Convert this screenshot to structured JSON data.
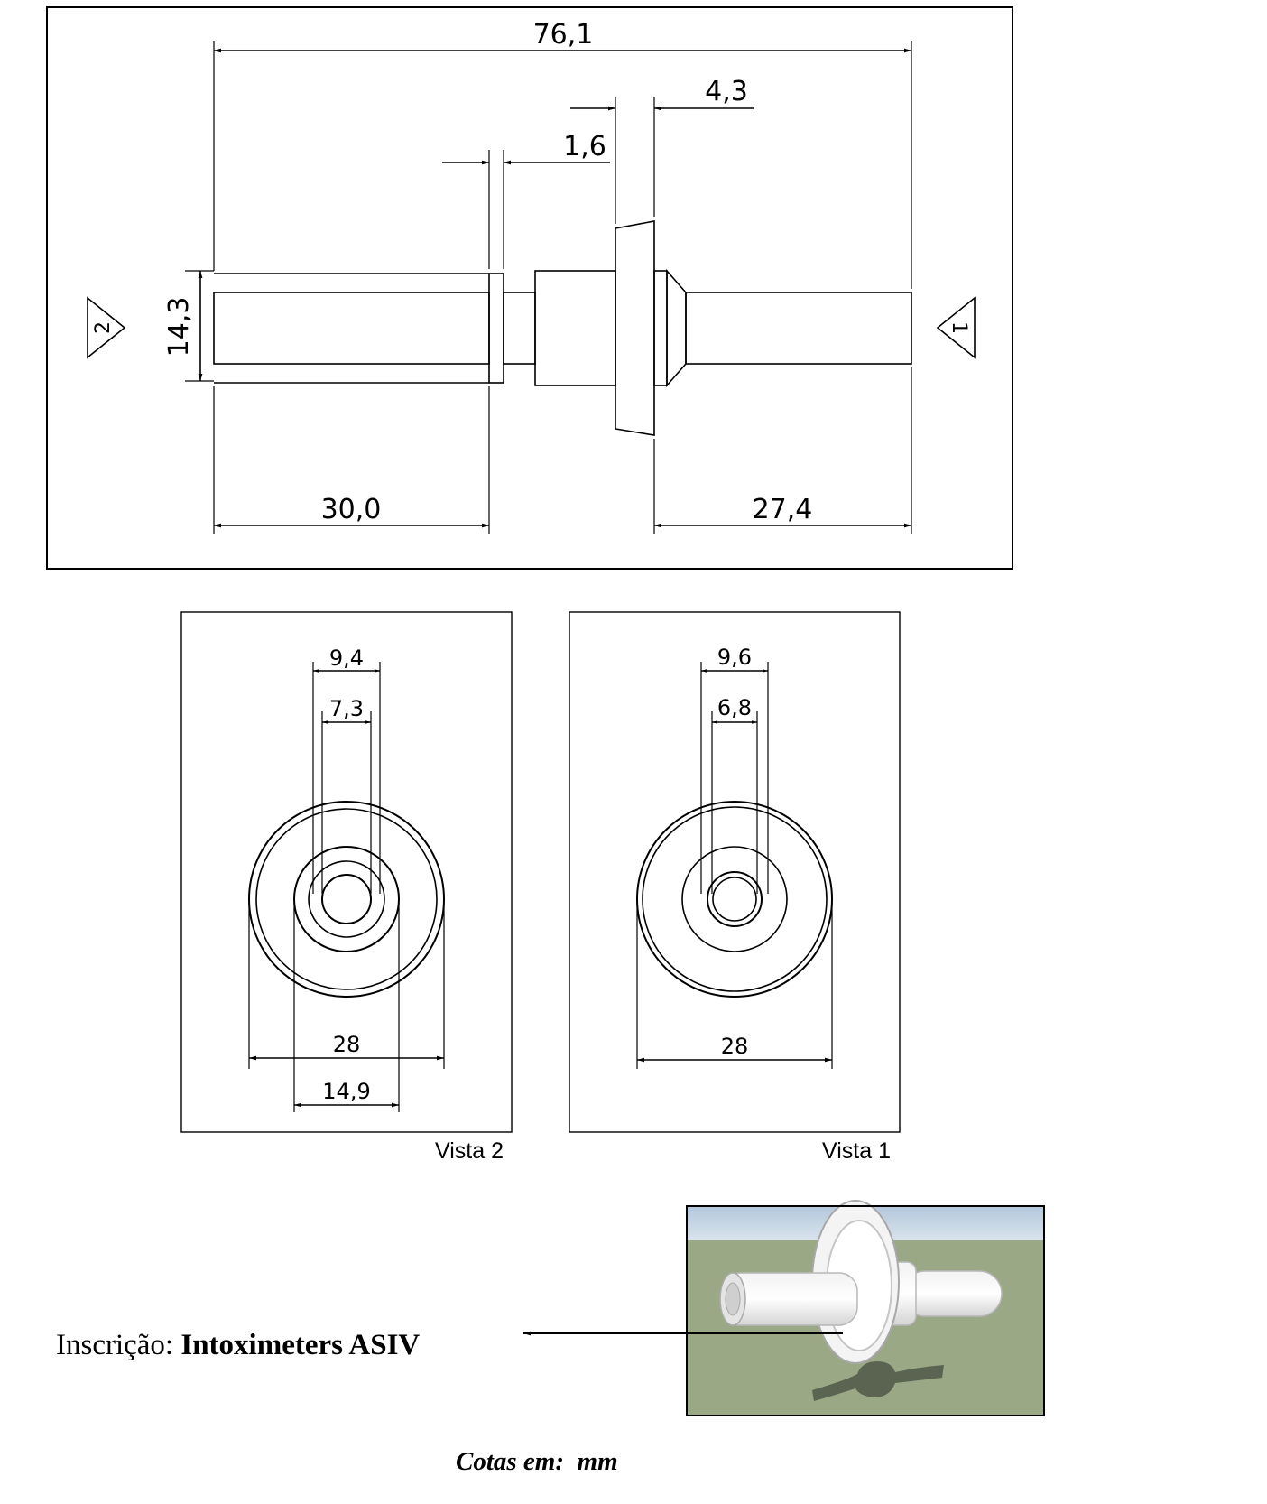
{
  "side_view": {
    "overall_length": "76,1",
    "flange_width": "4,3",
    "ring_width": "1,6",
    "left_segment": "30,0",
    "right_segment": "27,4",
    "diameter": "14,3",
    "view_marker_left": "2",
    "view_marker_right": "1"
  },
  "view2": {
    "caption": "Vista 2",
    "outer_diameter_top": "9,4",
    "inner_diameter_top": "7,3",
    "outer_diameter": "28",
    "hub_diameter": "14,9"
  },
  "view1": {
    "caption": "Vista 1",
    "outer_diameter_top": "9,6",
    "inner_diameter_top": "6,8",
    "outer_diameter": "28"
  },
  "inscription": {
    "label": "Inscrição:",
    "value": "Intoximeters ASIV"
  },
  "units_note": "Cotas em:  mm",
  "colors": {
    "line": "#000000",
    "render_sky": "#c2d3e3",
    "render_ground": "#9aa886",
    "render_shadow": "#5b6450"
  }
}
